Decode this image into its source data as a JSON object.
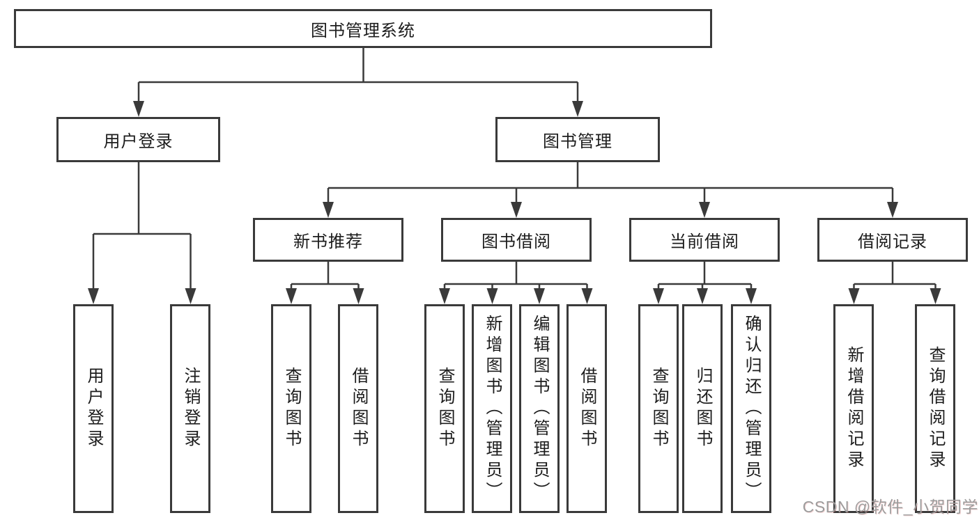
{
  "diagram": {
    "root": {
      "label": "图书管理系统"
    },
    "branches": [
      {
        "label": "用户登录",
        "children": [
          "用户登录",
          "注销登录"
        ]
      },
      {
        "label": "图书管理",
        "children": [
          {
            "label": "新书推荐",
            "children": [
              "查询图书",
              "借阅图书"
            ]
          },
          {
            "label": "图书借阅",
            "children": [
              "查询图书",
              "新增图书（管理员）",
              "编辑图书（管理员）",
              "借阅图书"
            ]
          },
          {
            "label": "当前借阅",
            "children": [
              "查询图书",
              "归还图书",
              "确认归还（管理员）"
            ]
          },
          {
            "label": "借阅记录",
            "children": [
              "新增借阅记录",
              "查询借阅记录"
            ]
          }
        ]
      }
    ],
    "watermark": "CSDN @软件_小贺同学",
    "colors": {
      "line": "#3a3a3a",
      "text": "#1c1c1c",
      "watermark": "#9c9c9c",
      "background": "#ffffff"
    }
  }
}
